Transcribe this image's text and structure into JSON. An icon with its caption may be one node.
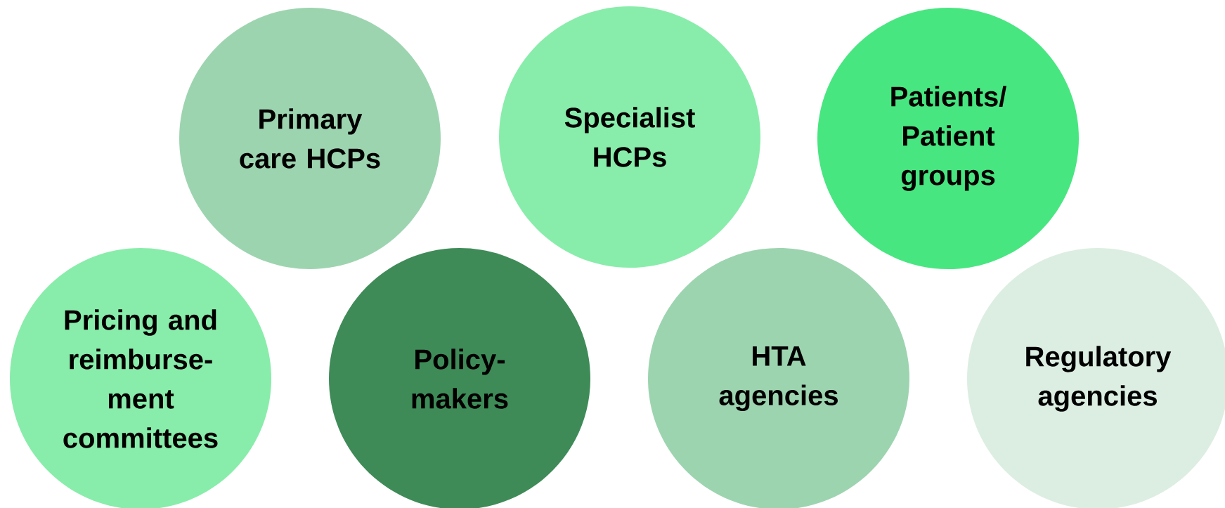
{
  "diagram": {
    "nodes": [
      {
        "text": [
          "Primary care HCPs"
        ]
      },
      {
        "text": [
          "Specialist HCPs"
        ]
      },
      {
        "text": [
          "Patients/ Patient groups"
        ]
      },
      {
        "text": [
          "Pricing and reimburse-ment committees"
        ]
      },
      {
        "text": [
          "Policy-makers"
        ]
      },
      {
        "text": [
          "HTA agencies"
        ]
      },
      {
        "text": [
          "Regulatory agencies"
        ]
      }
    ]
  }
}
